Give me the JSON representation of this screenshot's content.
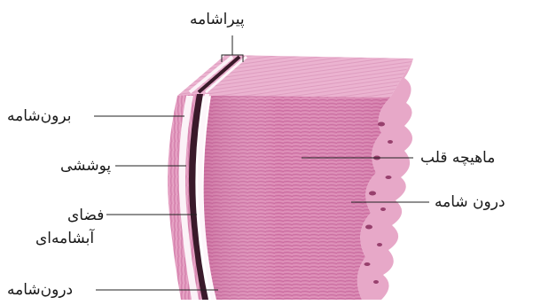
{
  "diagram": {
    "labels": {
      "pericardium": "پیراشامه",
      "epicardium": "برون‌شامه",
      "covering": "پوششی",
      "pericardial_space_line1": "فضای",
      "pericardial_space_line2": "آبشامه‌ای",
      "endocardium_left": "درون‌شامه",
      "myocardium": "ماهیچه قلب",
      "endocardium_right": "درون شامه"
    },
    "colors": {
      "muscle": "#d97fae",
      "muscle_dark": "#c2608f",
      "muscle_light": "#eeb6d2",
      "layer_white": "#fbf2f7",
      "layer_dark": "#3a1a2a",
      "trabeculae": "#c44f8b",
      "leader": "#222222"
    }
  }
}
